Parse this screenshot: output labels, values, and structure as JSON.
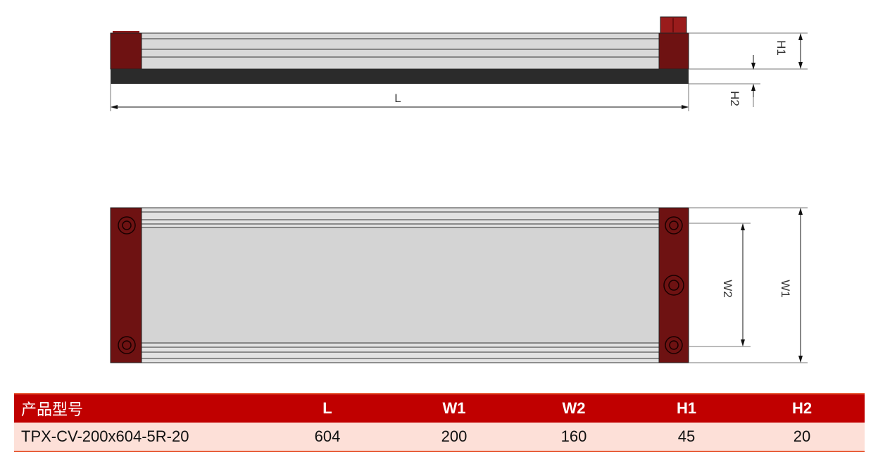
{
  "drawing": {
    "labels": {
      "L": "L",
      "H1": "H1",
      "H2": "H2",
      "W1": "W1",
      "W2": "W2"
    },
    "colors": {
      "end_block": "#6E1212",
      "rail": "#D9D9D9",
      "base": "#2B2B2B"
    }
  },
  "table": {
    "headers": [
      "产品型号",
      "L",
      "W1",
      "W2",
      "H1",
      "H2"
    ],
    "rows": [
      [
        "TPX-CV-200x604-5R-20",
        "604",
        "200",
        "160",
        "45",
        "20"
      ]
    ],
    "colors": {
      "header_bg": "#C00000",
      "row_bg": "#FDE0D8"
    }
  }
}
